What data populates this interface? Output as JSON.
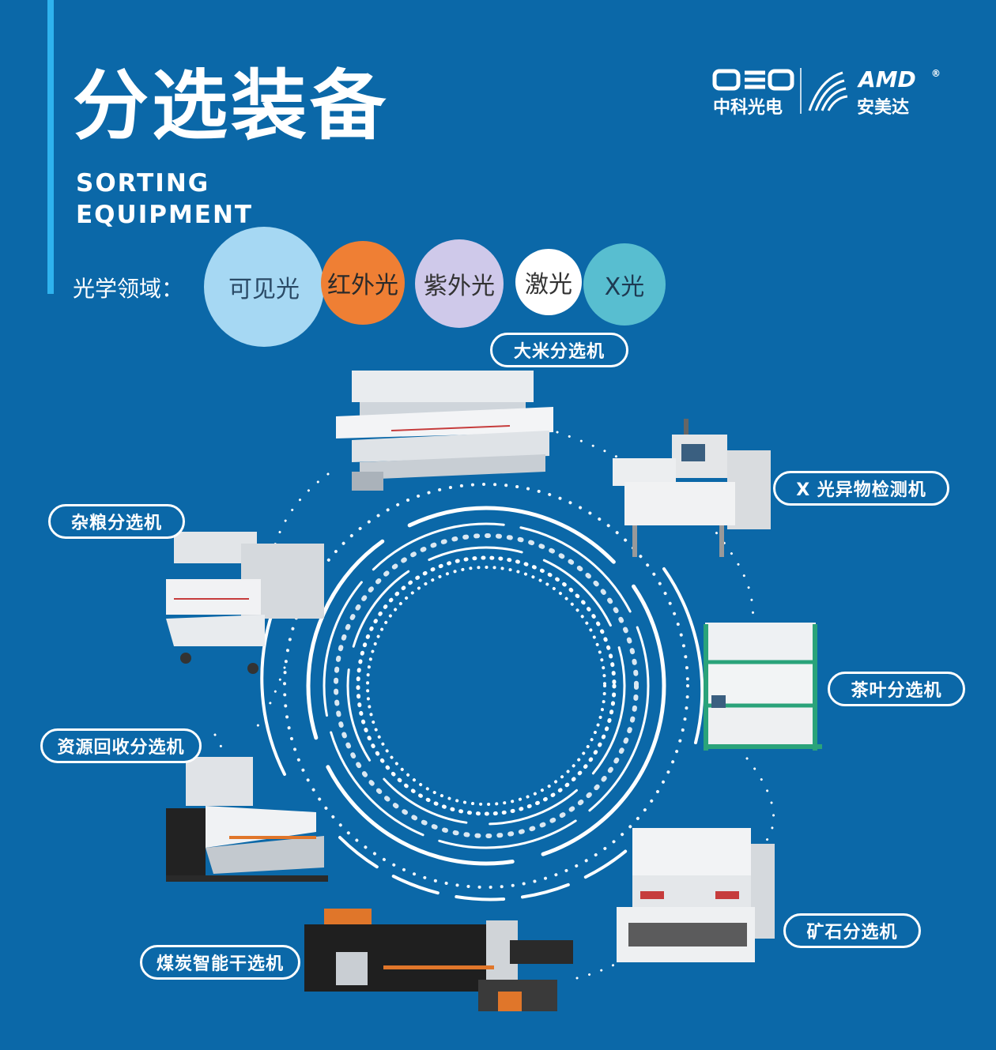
{
  "header": {
    "title": "分选装备",
    "subtitle_line1": "SORTING",
    "subtitle_line2": "EQUIPMENT",
    "optics_label": "光学领域："
  },
  "optics": [
    {
      "label": "可见光",
      "bg": "#a6d8f3",
      "fg": "#2a4a66"
    },
    {
      "label": "红外光",
      "bg": "#ef7f34",
      "fg": "#2a2a2a"
    },
    {
      "label": "紫外光",
      "bg": "#cfc9ea",
      "fg": "#333333"
    },
    {
      "label": "激光",
      "bg": "#ffffff",
      "fg": "#333333"
    },
    {
      "label": "X光",
      "bg": "#58bed0",
      "fg": "#1e3a52"
    }
  ],
  "logos": {
    "csd_mark": "CSD",
    "csd_name": "中科光电",
    "amd_mark": "AMD",
    "amd_name": "安美达",
    "registered": "®"
  },
  "products": {
    "rice": "大米分选机",
    "xray": "X 光异物检测机",
    "grains": "杂粮分选机",
    "tea": "茶叶分选机",
    "recycle": "资源回收分选机",
    "ore": "矿石分选机",
    "coal": "煤炭智能干选机"
  },
  "colors": {
    "background": "#0b68a8",
    "accent": "#2fb3ee",
    "tea_frame": "#2aa37a",
    "coal_orange": "#e0762a"
  }
}
